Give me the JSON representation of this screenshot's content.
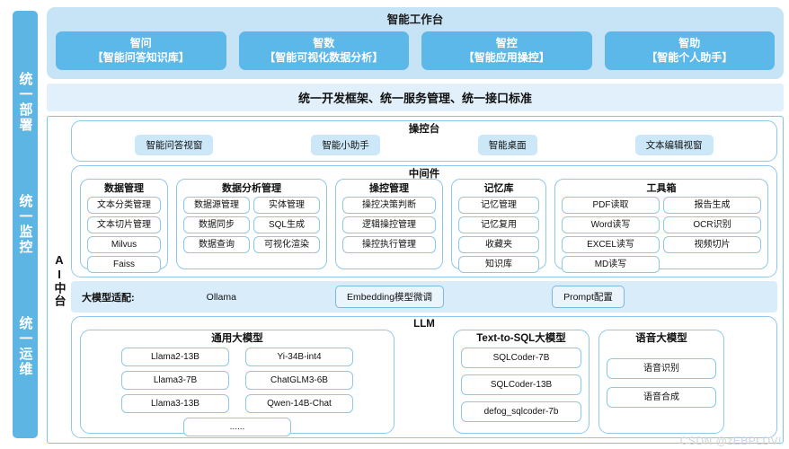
{
  "ops_bar": {
    "items": [
      "统一部署",
      "统一监控",
      "统一运维"
    ]
  },
  "workbench": {
    "title": "智能工作台",
    "apps": [
      {
        "name": "智问",
        "desc": "【智能问答知识库】"
      },
      {
        "name": "智数",
        "desc": "【智能可视化数据分析】"
      },
      {
        "name": "智控",
        "desc": "【智能应用操控】"
      },
      {
        "name": "智助",
        "desc": "【智能个人助手】"
      }
    ]
  },
  "standards": {
    "text": "统一开发框架、统一服务管理、统一接口标准"
  },
  "midplatform": {
    "label": "AI中台",
    "console": {
      "title": "操控台",
      "items": [
        "智能问答视窗",
        "智能小助手",
        "智能桌面",
        "文本编辑视窗"
      ]
    },
    "middleware": {
      "title": "中间件",
      "cards": [
        {
          "title": "数据管理",
          "layout": "list",
          "items": [
            "文本分类管理",
            "文本切片管理",
            "Milvus",
            "Faiss"
          ]
        },
        {
          "title": "数据分析管理",
          "layout": "grid",
          "items": [
            "数据源管理",
            "实体管理",
            "数据同步",
            "SQL生成",
            "数据查询",
            "可视化渲染"
          ]
        },
        {
          "title": "操控管理",
          "layout": "list",
          "items": [
            "操控决策判断",
            "逻辑操控管理",
            "操控执行管理"
          ]
        },
        {
          "title": "记忆库",
          "layout": "list",
          "items": [
            "记忆管理",
            "记忆复用",
            "收藏夹",
            "知识库"
          ]
        },
        {
          "title": "工具箱",
          "layout": "grid",
          "items": [
            "PDF读取",
            "报告生成",
            "Word读写",
            "OCR识别",
            "EXCEL读写",
            "视频切片",
            "MD读写"
          ]
        }
      ]
    },
    "adapt": {
      "label": "大模型适配:",
      "ollama": "Ollama",
      "embedding": "Embedding模型微调",
      "prompt": "Prompt配置"
    },
    "llm": {
      "title": "LLM",
      "cards": [
        {
          "title": "通用大模型",
          "items": [
            "Llama2-13B",
            "Yi-34B-int4",
            "Llama3-7B",
            "ChatGLM3-6B",
            "Llama3-13B",
            "Qwen-14B-Chat"
          ],
          "more": "......"
        },
        {
          "title": "Text-to-SQL大模型",
          "items": [
            "SQLCoder-7B",
            "SQLCoder-13B",
            "defog_sqlcoder-7b"
          ]
        },
        {
          "title": "语音大模型",
          "items": [
            "语音识别",
            "语音合成"
          ]
        }
      ]
    }
  },
  "watermark": "CSDN @zEBPLDVI",
  "colors": {
    "ops_bar": "#5cb5e2",
    "workbench_band": "#c7e4f7",
    "app_card": "#5cb8e8",
    "standards_band": "#e2f0fb",
    "adapt_band": "#d9ecfa",
    "border": "#8ec8ea",
    "chip": "#cbe7f8"
  }
}
